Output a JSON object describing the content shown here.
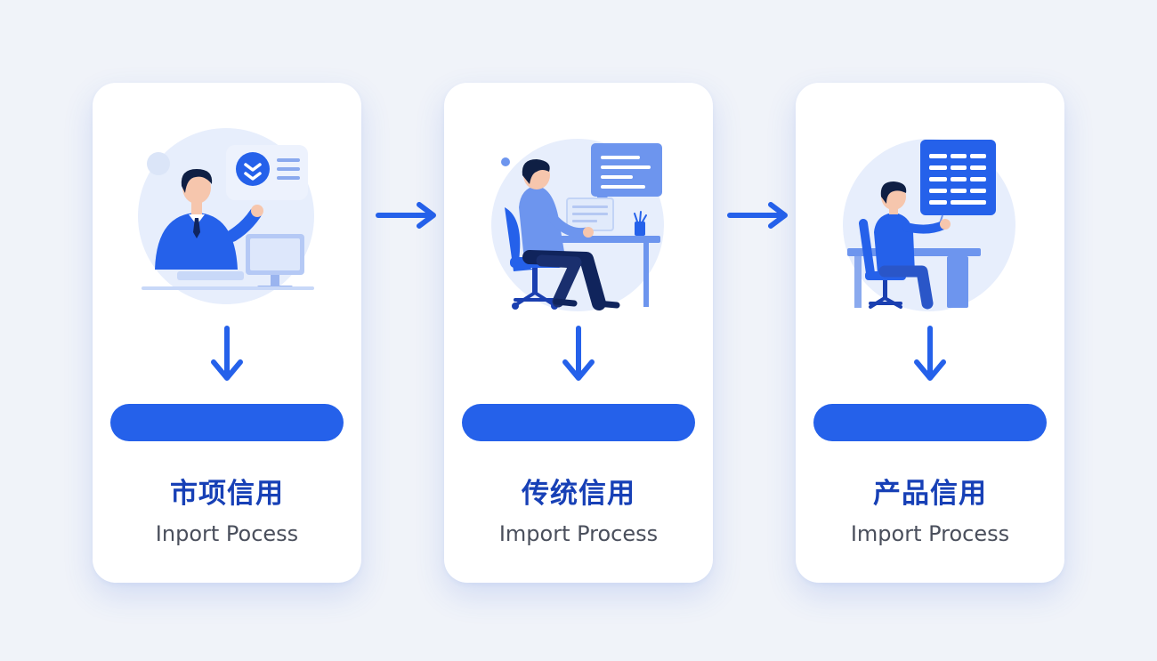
{
  "colors": {
    "accent": "#2561ea",
    "accent_light": "#6d95ee",
    "title": "#1740b6",
    "subtitle": "#4a4f5c",
    "card_bg": "#ffffff",
    "page_bg": "#f0f3f9"
  },
  "steps": [
    {
      "title": "市项信用",
      "subtitle": "Inport Pocess",
      "illustration": "businessman-at-computer-icon"
    },
    {
      "title": "传统信用",
      "subtitle": "Import Process",
      "illustration": "person-at-desk-icon"
    },
    {
      "title": "产品信用",
      "subtitle": "Import Process",
      "illustration": "person-with-data-table-icon"
    }
  ],
  "connectors": [
    "arrow-right-icon",
    "arrow-right-icon"
  ]
}
